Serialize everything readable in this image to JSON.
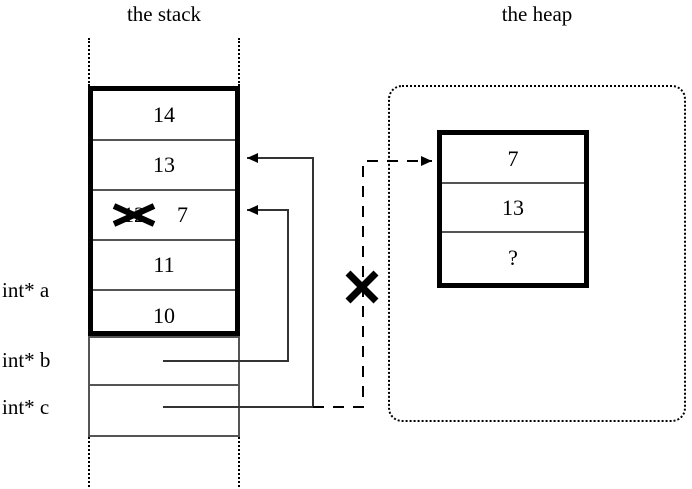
{
  "titles": {
    "stack": "the stack",
    "heap": "the heap"
  },
  "stack": {
    "cells": [
      {
        "value": "14",
        "struck": false
      },
      {
        "value": "13",
        "struck": false
      },
      {
        "old_value": "12",
        "value": "7",
        "struck": true
      },
      {
        "value": "11",
        "struck": false
      },
      {
        "value": "10",
        "struck": false
      }
    ],
    "variables": [
      {
        "label": "int* a"
      },
      {
        "label": "int* b"
      },
      {
        "label": "int* c"
      }
    ]
  },
  "heap": {
    "cells": [
      {
        "value": "7"
      },
      {
        "value": "13"
      },
      {
        "value": "?"
      }
    ]
  },
  "annotations": {
    "invalidated_pointer_mark": "✕",
    "struck_value_mark": "✕"
  },
  "colors": {
    "stroke": "#000000",
    "cell_divider": "#555555",
    "background": "#ffffff"
  }
}
